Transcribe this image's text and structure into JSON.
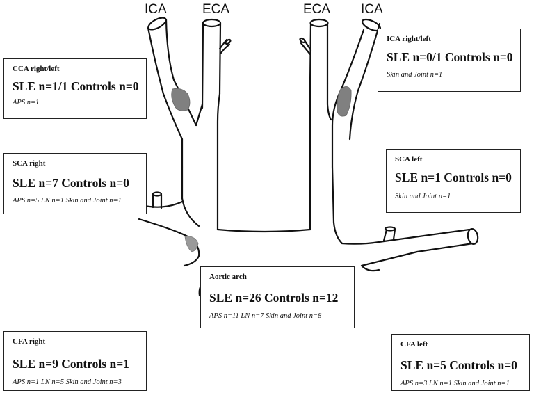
{
  "vessel_labels": {
    "ica_left": "ICA",
    "eca_left": "ECA",
    "eca_right": "ECA",
    "ica_right": "ICA"
  },
  "boxes": {
    "cca": {
      "title": "CCA right/left",
      "stat": "SLE n=1/1 Controls n=0",
      "note": "APS n=1"
    },
    "ica": {
      "title": "ICA right/left",
      "stat": "SLE n=0/1 Controls n=0",
      "note": "Skin and Joint n=1"
    },
    "sca_right": {
      "title": "SCA right",
      "stat": "SLE n=7 Controls n=0",
      "note": "APS n=5 LN n=1 Skin and Joint n=1"
    },
    "sca_left": {
      "title": "SCA left",
      "stat": "SLE n=1 Controls n=0",
      "note": "Skin and Joint n=1"
    },
    "aortic_arch": {
      "title": "Aortic arch",
      "stat": "SLE n=26 Controls n=12",
      "note": "APS n=11 LN n=7 Skin and Joint n=8"
    },
    "cfa_right": {
      "title": "CFA right",
      "stat": "SLE n=9 Controls n=1",
      "note": "APS n=1 LN n=5 Skin and Joint n=3"
    },
    "cfa_left": {
      "title": "CFA left",
      "stat": "SLE n=5 Controls n=0",
      "note": "APS n=3 LN n=1 Skin and Joint n=1"
    }
  },
  "colors": {
    "vessel_outline": "#111111",
    "plaque": "#808080",
    "box_border": "#222222"
  }
}
